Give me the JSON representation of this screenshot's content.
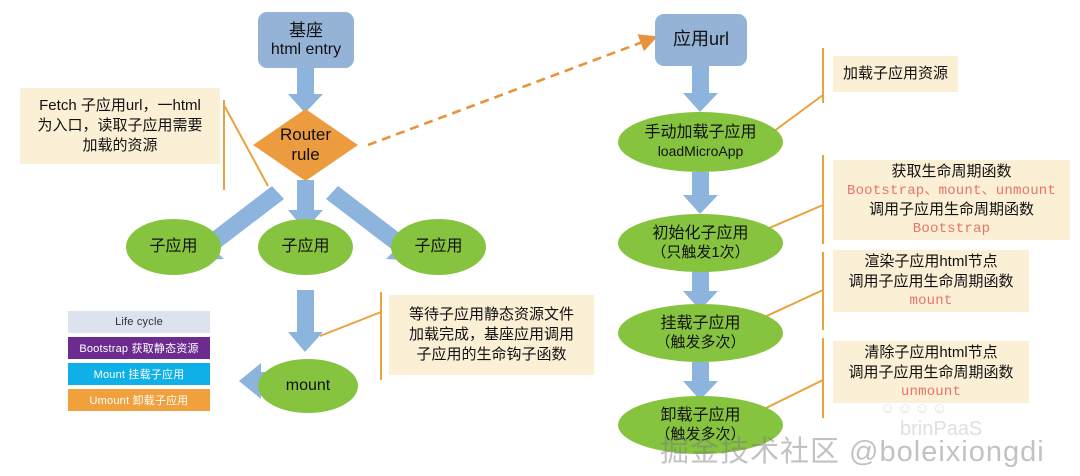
{
  "diagram": {
    "title": "qiankun micro-frontend lifecycle flow",
    "watermark": "掘金技术社区 @boleixiongdi",
    "watermark_logo": "brinPaaS",
    "watermark_faces": "☺☺☺☺"
  },
  "colors": {
    "blue_box": "#95B3D7",
    "orange_diamond": "#ED9B3F",
    "green_ellipse": "#86C440",
    "note_bg": "#FBEFD5",
    "leader_line": "#E8A33D",
    "code_red": "#E8736B",
    "legend_lifecycle": "#DCE3EE",
    "legend_bootstrap": "#6B2B8F",
    "legend_mount": "#0FB0E8",
    "legend_umount": "#F0A03C"
  },
  "left_flow": {
    "entry": {
      "line1": "基座",
      "line2": "html entry"
    },
    "router": {
      "line1": "Router",
      "line2": "rule"
    },
    "children": [
      {
        "label": "子应用"
      },
      {
        "label": "子应用"
      },
      {
        "label": "子应用"
      }
    ],
    "mount": {
      "label": "mount"
    },
    "fetch_note": {
      "line1": "Fetch 子应用url，一html",
      "line2": "为入口，读取子应用需要",
      "line3": "加载的资源"
    },
    "mount_note": {
      "line1": "等待子应用静态资源文件",
      "line2": "加载完成，基座应用调用",
      "line3": "子应用的生命钩子函数"
    }
  },
  "right_flow": {
    "app_url": {
      "label": "应用url"
    },
    "steps": [
      {
        "line1": "手动加载子应用",
        "line2": "loadMicroApp"
      },
      {
        "line1": "初始化子应用",
        "line2": "（只触发1次）"
      },
      {
        "line1": "挂载子应用",
        "line2": "（触发多次）"
      },
      {
        "line1": "卸载子应用",
        "line2": "（触发多次）"
      }
    ],
    "notes": [
      {
        "lines": [
          "加载子应用资源"
        ],
        "code": []
      },
      {
        "line1": "获取生命周期函数",
        "code1": "Bootstrap、mount、unmount",
        "line2": "调用子应用生命周期函数",
        "code2": "Bootstrap"
      },
      {
        "line1": "渲染子应用html节点",
        "line2": "调用子应用生命周期函数",
        "code1": "mount"
      },
      {
        "line1": "清除子应用html节点",
        "line2": "调用子应用生命周期函数",
        "code1": "unmount"
      }
    ]
  },
  "legend": {
    "rows": [
      {
        "label": "Life cycle",
        "key": "lc"
      },
      {
        "label": "Bootstrap  获取静态资源",
        "key": "bs"
      },
      {
        "label": "Mount 挂载子应用",
        "key": "mt"
      },
      {
        "label": "Umount 卸载子应用",
        "key": "um"
      }
    ]
  }
}
